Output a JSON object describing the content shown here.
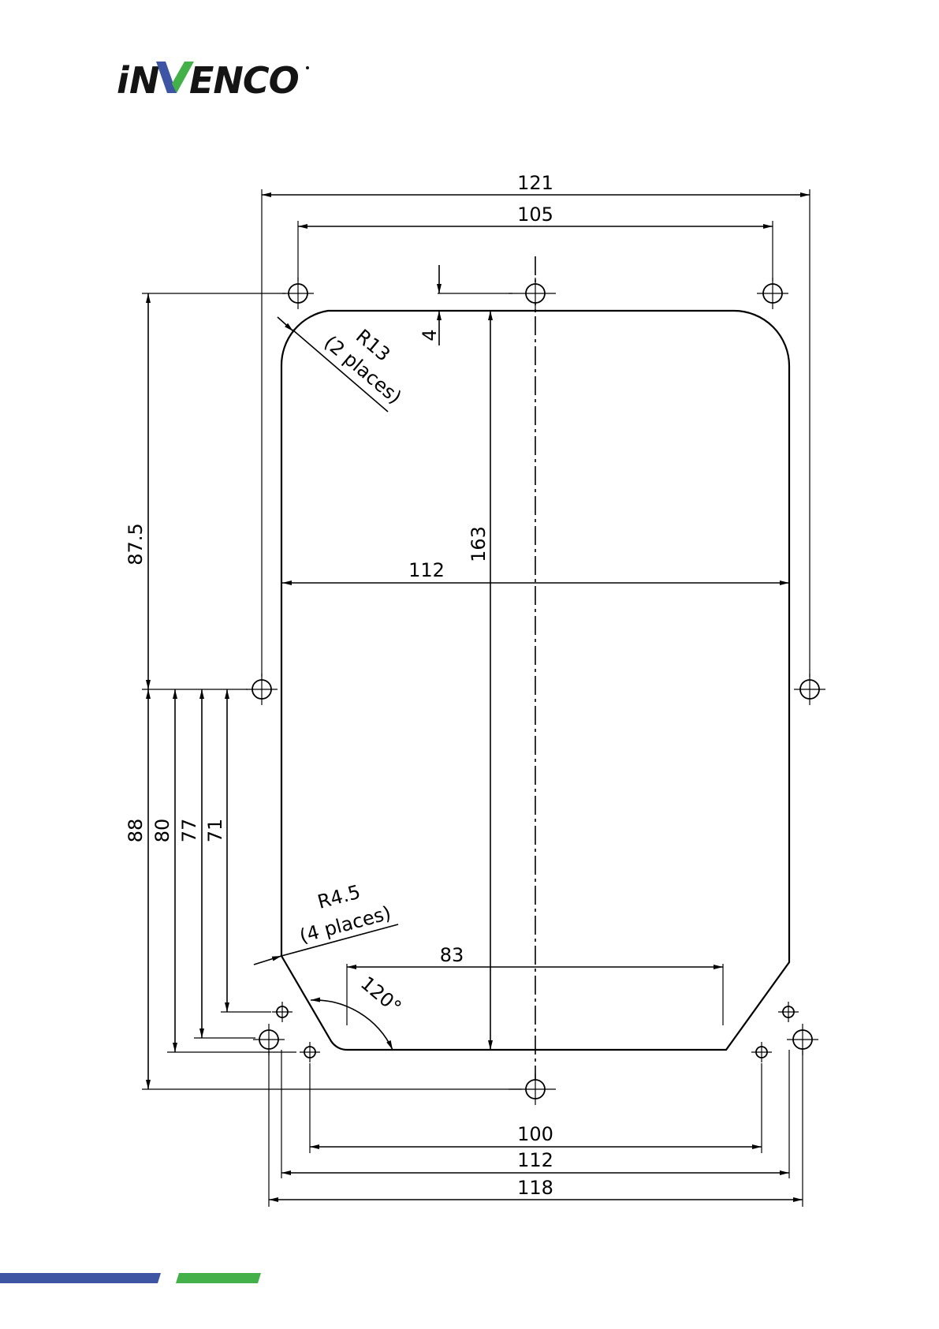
{
  "brand": {
    "name": "INVENCO",
    "colors": {
      "blue": "#3d55a3",
      "green": "#43b049",
      "dark": "#141414"
    }
  },
  "drawing": {
    "dims": {
      "d121": "121",
      "d105": "105",
      "d4": "4",
      "d163": "163",
      "d112_mid": "112",
      "d875": "87.5",
      "d88": "88",
      "d80": "80",
      "d77": "77",
      "d71": "71",
      "d83": "83",
      "d100": "100",
      "d112_bot": "112",
      "d118": "118",
      "angle": "120°"
    },
    "notes": {
      "r13_line1": "R13",
      "r13_line2": "(2 places)",
      "r45_line1": "R4.5",
      "r45_line2": "(4 places)"
    }
  },
  "footer": {
    "bar_colors": [
      "#3d55a3",
      "#43b049"
    ]
  }
}
